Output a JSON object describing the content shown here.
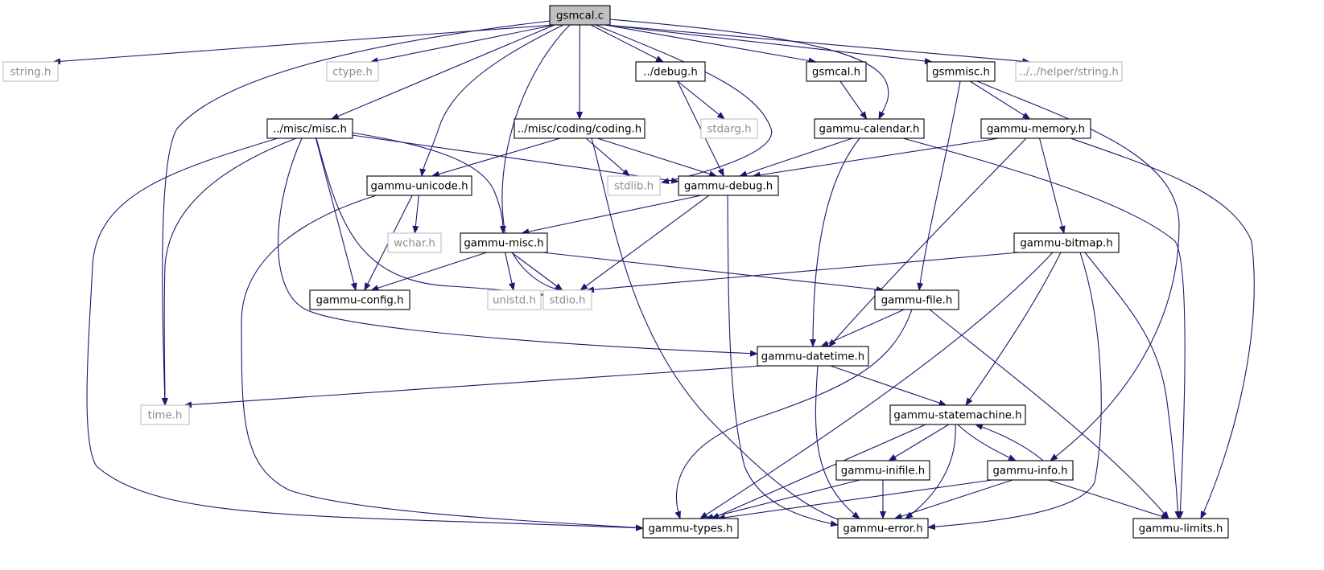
{
  "colors": {
    "edge": "#191970",
    "node_border": "#000000",
    "external_border": "#bfbfbf",
    "root_fill": "#bfbfbf",
    "node_fill": "#ffffff",
    "label": "#000000",
    "external_label": "#8c8c8c"
  },
  "graph": {
    "root": "gsmcal.c",
    "nodes": [
      {
        "id": "gsmcal_c",
        "label": "gsmcal.c",
        "kind": "root"
      },
      {
        "id": "string_h",
        "label": "string.h",
        "kind": "external"
      },
      {
        "id": "ctype_h",
        "label": "ctype.h",
        "kind": "external"
      },
      {
        "id": "debug_h",
        "label": "../debug.h",
        "kind": "internal"
      },
      {
        "id": "gsmcal_h",
        "label": "gsmcal.h",
        "kind": "internal"
      },
      {
        "id": "gsmmisc_h",
        "label": "gsmmisc.h",
        "kind": "internal"
      },
      {
        "id": "helper_string_h",
        "label": "../../helper/string.h",
        "kind": "external"
      },
      {
        "id": "misc_h",
        "label": "../misc/misc.h",
        "kind": "internal"
      },
      {
        "id": "coding_h",
        "label": "../misc/coding/coding.h",
        "kind": "internal"
      },
      {
        "id": "stdarg_h",
        "label": "stdarg.h",
        "kind": "external"
      },
      {
        "id": "gammu_calendar_h",
        "label": "gammu-calendar.h",
        "kind": "internal"
      },
      {
        "id": "gammu_memory_h",
        "label": "gammu-memory.h",
        "kind": "internal"
      },
      {
        "id": "gammu_unicode_h",
        "label": "gammu-unicode.h",
        "kind": "internal"
      },
      {
        "id": "stdlib_h",
        "label": "stdlib.h",
        "kind": "external"
      },
      {
        "id": "gammu_debug_h",
        "label": "gammu-debug.h",
        "kind": "internal"
      },
      {
        "id": "wchar_h",
        "label": "wchar.h",
        "kind": "external"
      },
      {
        "id": "gammu_misc_h",
        "label": "gammu-misc.h",
        "kind": "internal"
      },
      {
        "id": "gammu_bitmap_h",
        "label": "gammu-bitmap.h",
        "kind": "internal"
      },
      {
        "id": "gammu_config_h",
        "label": "gammu-config.h",
        "kind": "internal"
      },
      {
        "id": "unistd_h",
        "label": "unistd.h",
        "kind": "external"
      },
      {
        "id": "stdio_h",
        "label": "stdio.h",
        "kind": "external"
      },
      {
        "id": "gammu_file_h",
        "label": "gammu-file.h",
        "kind": "internal"
      },
      {
        "id": "gammu_datetime_h",
        "label": "gammu-datetime.h",
        "kind": "internal"
      },
      {
        "id": "time_h",
        "label": "time.h",
        "kind": "external"
      },
      {
        "id": "gammu_statemachine_h",
        "label": "gammu-statemachine.h",
        "kind": "internal"
      },
      {
        "id": "gammu_inifile_h",
        "label": "gammu-inifile.h",
        "kind": "internal"
      },
      {
        "id": "gammu_info_h",
        "label": "gammu-info.h",
        "kind": "internal"
      },
      {
        "id": "gammu_types_h",
        "label": "gammu-types.h",
        "kind": "internal"
      },
      {
        "id": "gammu_error_h",
        "label": "gammu-error.h",
        "kind": "internal"
      },
      {
        "id": "gammu_limits_h",
        "label": "gammu-limits.h",
        "kind": "internal"
      }
    ],
    "edges": [
      [
        "gsmcal_c",
        "string_h"
      ],
      [
        "gsmcal_c",
        "ctype_h"
      ],
      [
        "gsmcal_c",
        "debug_h"
      ],
      [
        "gsmcal_c",
        "gsmcal_h"
      ],
      [
        "gsmcal_c",
        "gsmmisc_h"
      ],
      [
        "gsmcal_c",
        "helper_string_h"
      ],
      [
        "gsmcal_c",
        "misc_h"
      ],
      [
        "gsmcal_c",
        "coding_h"
      ],
      [
        "gsmcal_c",
        "gammu_unicode_h"
      ],
      [
        "gsmcal_c",
        "stdlib_h"
      ],
      [
        "gsmcal_c",
        "stdio_h"
      ],
      [
        "gsmcal_c",
        "time_h"
      ],
      [
        "gsmcal_c",
        "gammu_calendar_h"
      ],
      [
        "debug_h",
        "stdarg_h"
      ],
      [
        "debug_h",
        "gammu_debug_h"
      ],
      [
        "gsmcal_h",
        "gammu_calendar_h"
      ],
      [
        "gsmmisc_h",
        "gammu_memory_h"
      ],
      [
        "gsmmisc_h",
        "gammu_file_h"
      ],
      [
        "gsmmisc_h",
        "gammu_info_h"
      ],
      [
        "misc_h",
        "gammu_debug_h"
      ],
      [
        "misc_h",
        "gammu_misc_h"
      ],
      [
        "misc_h",
        "gammu_config_h"
      ],
      [
        "misc_h",
        "stdio_h"
      ],
      [
        "misc_h",
        "gammu_datetime_h"
      ],
      [
        "misc_h",
        "time_h"
      ],
      [
        "misc_h",
        "gammu_types_h"
      ],
      [
        "coding_h",
        "gammu_unicode_h"
      ],
      [
        "coding_h",
        "stdlib_h"
      ],
      [
        "coding_h",
        "gammu_debug_h"
      ],
      [
        "coding_h",
        "gammu_error_h"
      ],
      [
        "gammu_calendar_h",
        "gammu_debug_h"
      ],
      [
        "gammu_calendar_h",
        "gammu_datetime_h"
      ],
      [
        "gammu_calendar_h",
        "gammu_limits_h"
      ],
      [
        "gammu_memory_h",
        "gammu_debug_h"
      ],
      [
        "gammu_memory_h",
        "gammu_bitmap_h"
      ],
      [
        "gammu_memory_h",
        "gammu_datetime_h"
      ],
      [
        "gammu_memory_h",
        "gammu_limits_h"
      ],
      [
        "gammu_unicode_h",
        "wchar_h"
      ],
      [
        "gammu_unicode_h",
        "gammu_config_h"
      ],
      [
        "gammu_unicode_h",
        "gammu_types_h"
      ],
      [
        "gammu_debug_h",
        "gammu_misc_h"
      ],
      [
        "gammu_debug_h",
        "stdio_h"
      ],
      [
        "gammu_debug_h",
        "gammu_error_h"
      ],
      [
        "gammu_misc_h",
        "gammu_config_h"
      ],
      [
        "gammu_misc_h",
        "unistd_h"
      ],
      [
        "gammu_misc_h",
        "stdio_h"
      ],
      [
        "gammu_misc_h",
        "gammu_file_h"
      ],
      [
        "gammu_bitmap_h",
        "stdio_h"
      ],
      [
        "gammu_bitmap_h",
        "gammu_types_h"
      ],
      [
        "gammu_bitmap_h",
        "gammu_statemachine_h"
      ],
      [
        "gammu_bitmap_h",
        "gammu_error_h"
      ],
      [
        "gammu_bitmap_h",
        "gammu_limits_h"
      ],
      [
        "gammu_file_h",
        "gammu_datetime_h"
      ],
      [
        "gammu_file_h",
        "gammu_types_h"
      ],
      [
        "gammu_file_h",
        "gammu_limits_h"
      ],
      [
        "gammu_datetime_h",
        "time_h"
      ],
      [
        "gammu_datetime_h",
        "gammu_statemachine_h"
      ],
      [
        "gammu_datetime_h",
        "gammu_error_h"
      ],
      [
        "gammu_statemachine_h",
        "gammu_inifile_h"
      ],
      [
        "gammu_statemachine_h",
        "gammu_info_h"
      ],
      [
        "gammu_statemachine_h",
        "gammu_types_h"
      ],
      [
        "gammu_statemachine_h",
        "gammu_error_h"
      ],
      [
        "gammu_info_h",
        "gammu_statemachine_h"
      ],
      [
        "gammu_info_h",
        "gammu_types_h"
      ],
      [
        "gammu_info_h",
        "gammu_error_h"
      ],
      [
        "gammu_info_h",
        "gammu_limits_h"
      ],
      [
        "gammu_inifile_h",
        "gammu_types_h"
      ],
      [
        "gammu_inifile_h",
        "gammu_error_h"
      ]
    ]
  }
}
